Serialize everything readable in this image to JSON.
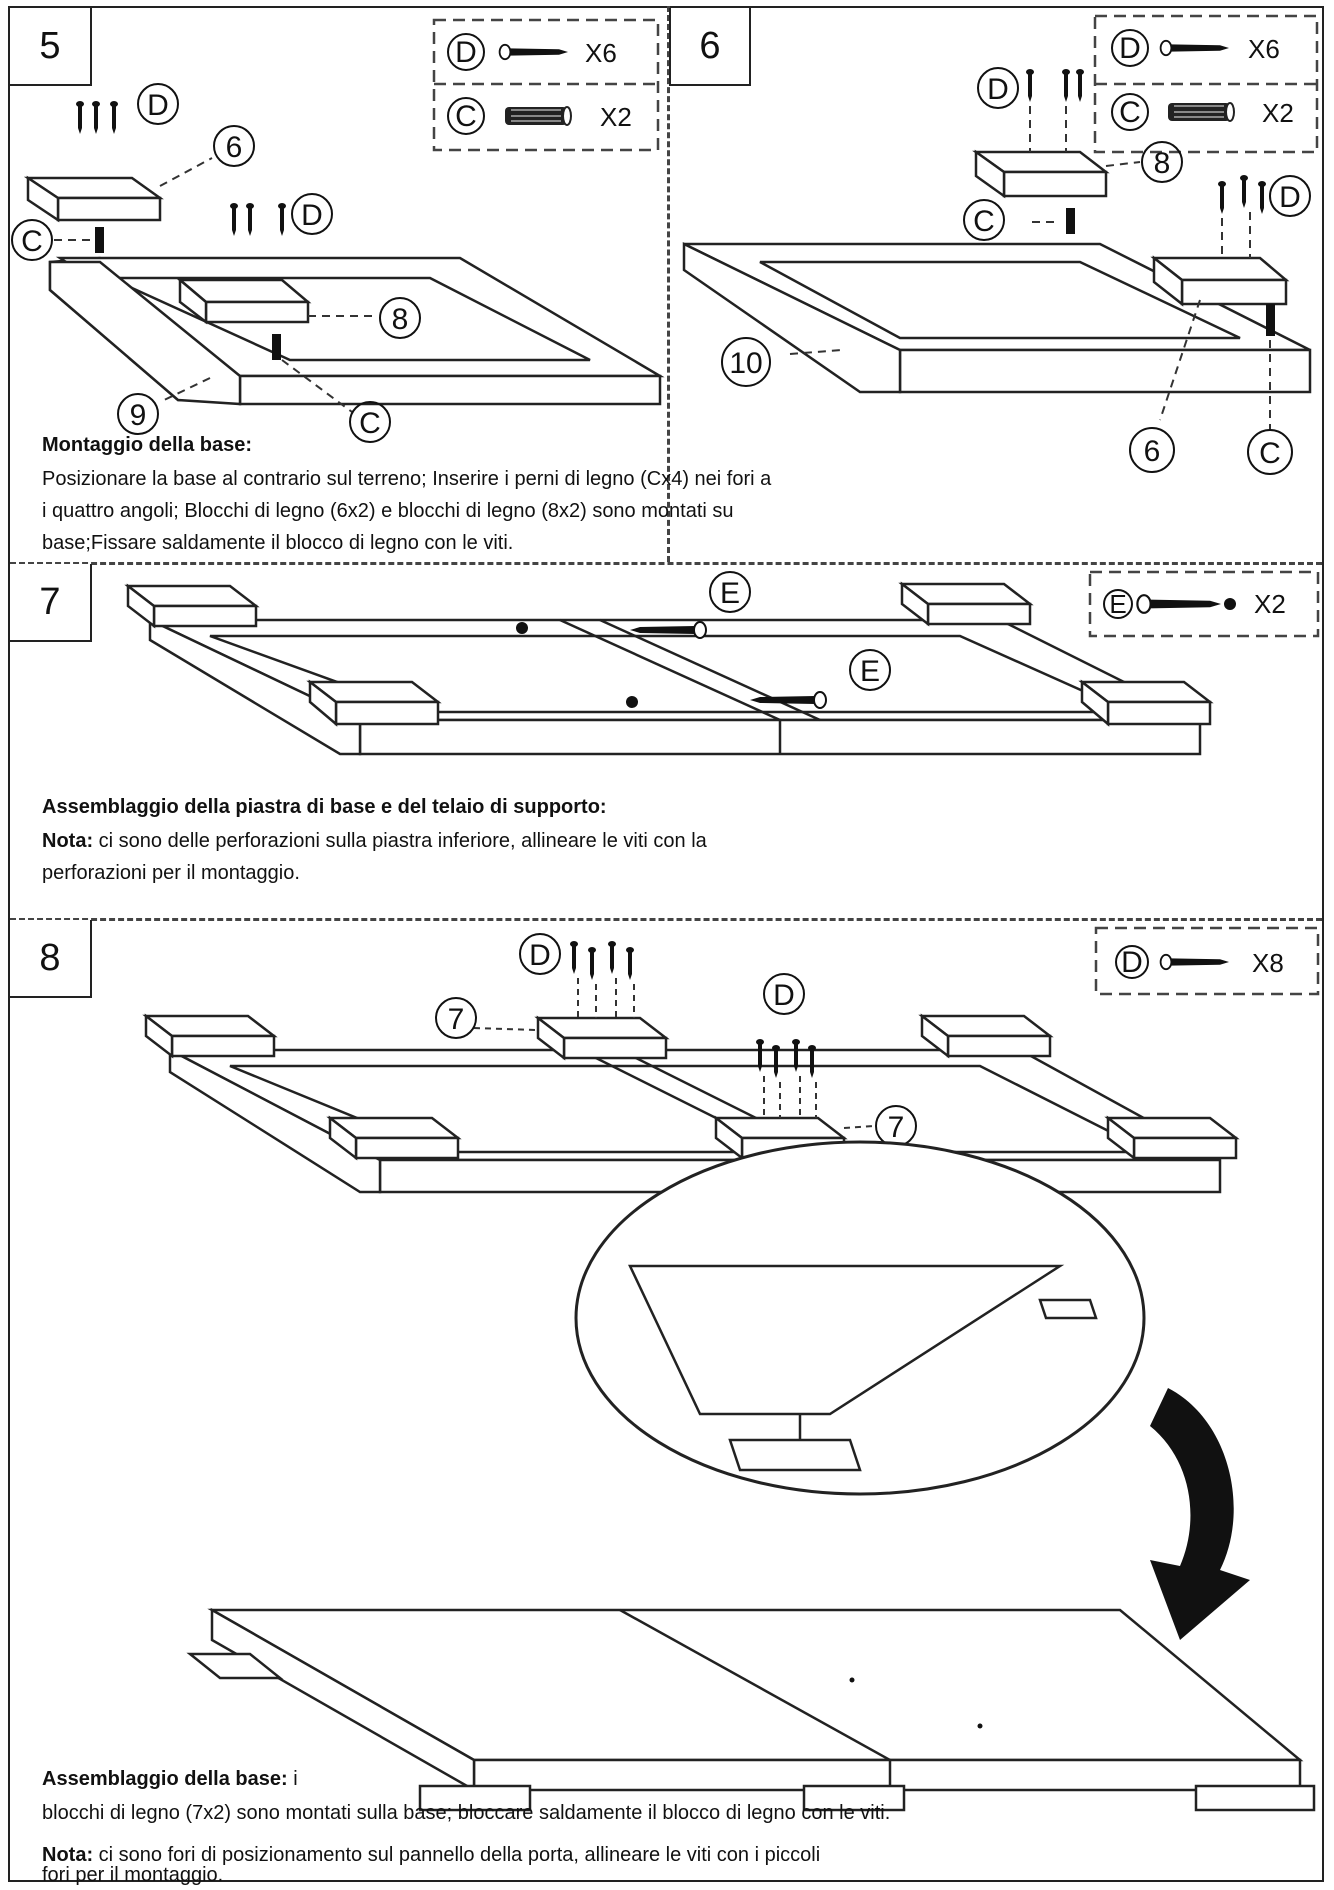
{
  "steps": {
    "s5": {
      "num": "5"
    },
    "s6": {
      "num": "6"
    },
    "s7": {
      "num": "7"
    },
    "s8": {
      "num": "8"
    }
  },
  "parts": {
    "s5_d": {
      "letter": "D",
      "qty": "X6"
    },
    "s5_c": {
      "letter": "C",
      "qty": "X2"
    },
    "s6_d": {
      "letter": "D",
      "qty": "X6"
    },
    "s6_c": {
      "letter": "C",
      "qty": "X2"
    },
    "s7_e": {
      "letter": "E",
      "qty": "X2"
    },
    "s8_d": {
      "letter": "D",
      "qty": "X8"
    }
  },
  "callouts": {
    "s5": {
      "d1": "D",
      "six": "6",
      "c1": "C",
      "d2": "D",
      "eight": "8",
      "nine": "9",
      "c2": "C"
    },
    "s6": {
      "d1": "D",
      "eight": "8",
      "c1": "C",
      "d2": "D",
      "ten": "10",
      "six": "6",
      "c2": "C"
    },
    "s7": {
      "e1": "E",
      "e2": "E"
    },
    "s8": {
      "d1": "D",
      "seven1": "7",
      "d2": "D",
      "seven2": "7"
    }
  },
  "text": {
    "base_heading": "Montaggio della base:",
    "base_line1": "Posizionare la base al contrario sul terreno; Inserire i perni di legno (Cx4) nei fori a",
    "base_line2": "i quattro angoli; Blocchi di legno (6x2) e blocchi di legno (8x2) sono montati su",
    "base_line3": "base;Fissare saldamente il blocco di legno con le viti.",
    "plate_heading": "Assemblaggio della piastra di base e del telaio di supporto:",
    "plate_nota_label": "Nota:",
    "plate_nota_line1": "ci sono delle perforazioni sulla piastra inferiore, allineare le viti con la",
    "plate_nota_line2": "perforazioni per il montaggio.",
    "final_heading": "Assemblaggio della base:",
    "final_heading_tail": "i",
    "final_line1": "blocchi di legno (7x2) sono montati sulla base; bloccare saldamente il blocco di legno con le viti.",
    "final_nota_label": "Nota:",
    "final_nota_line1": "ci sono fori di posizionamento sul pannello della porta, allineare le viti con i piccoli",
    "final_nota_line2": "fori per il montaggio."
  }
}
